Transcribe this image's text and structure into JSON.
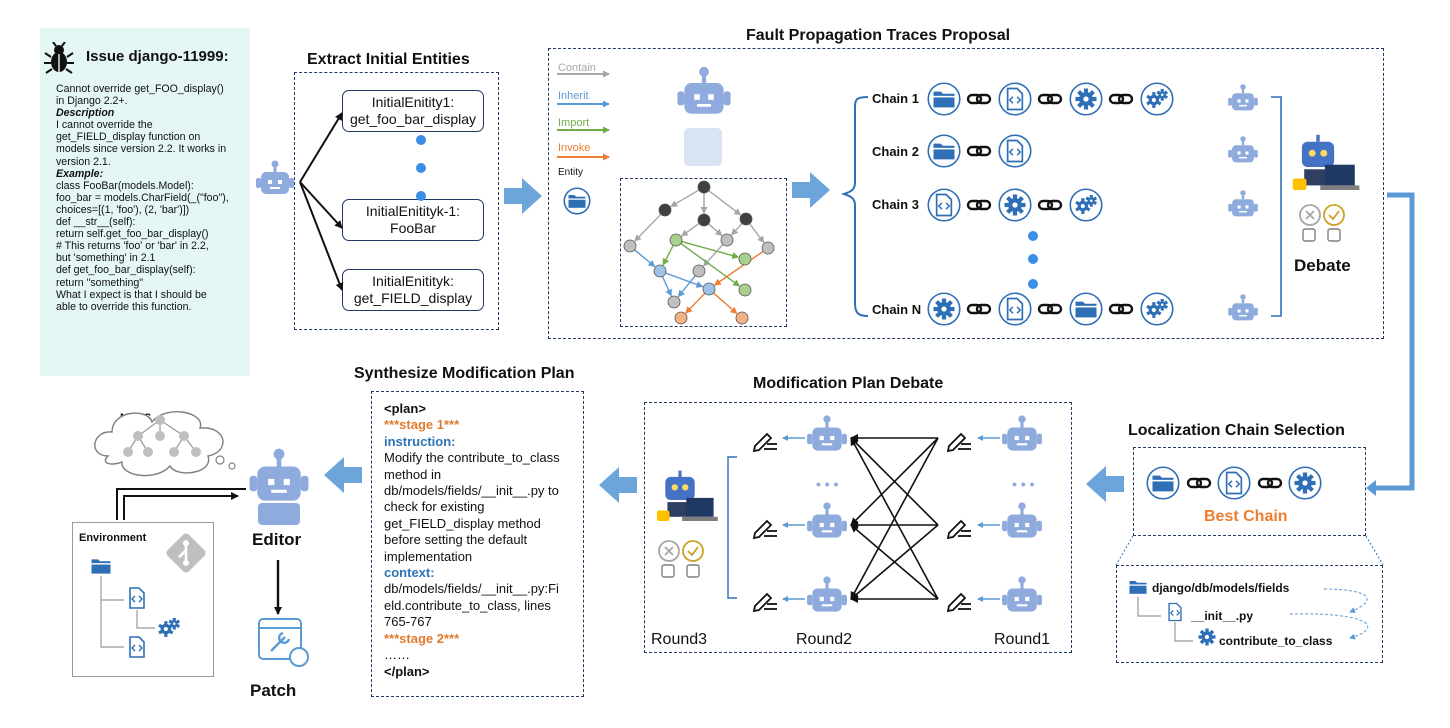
{
  "issue": {
    "title": "Issue django-11999:",
    "lines": [
      {
        "text": "Cannot override get_FOO_display()",
        "style": ""
      },
      {
        "text": "in Django 2.2+.",
        "style": ""
      },
      {
        "text": "Description",
        "style": "ital"
      },
      {
        "text": "I cannot override the",
        "style": ""
      },
      {
        "text": "get_FIELD_display function on",
        "style": ""
      },
      {
        "text": "models since version 2.2. It works in",
        "style": ""
      },
      {
        "text": "version 2.1.",
        "style": ""
      },
      {
        "text": "Example:",
        "style": "ital"
      },
      {
        "text": "class FooBar(models.Model):",
        "style": ""
      },
      {
        "text": "foo_bar = models.CharField(_(\"foo\"),",
        "style": ""
      },
      {
        "text": "choices=[(1, 'foo'), (2, 'bar')])",
        "style": ""
      },
      {
        "text": "def __str__(self):",
        "style": ""
      },
      {
        "text": "return self.get_foo_bar_display()",
        "style": ""
      },
      {
        "text": "# This returns 'foo' or 'bar' in 2.2,",
        "style": ""
      },
      {
        "text": "but 'something' in 2.1",
        "style": ""
      },
      {
        "text": "def get_foo_bar_display(self):",
        "style": ""
      },
      {
        "text": "return \"something\"",
        "style": ""
      },
      {
        "text": "What I expect is that I should be",
        "style": ""
      },
      {
        "text": "able to override this function.",
        "style": ""
      }
    ]
  },
  "extract": {
    "title": "Extract Initial Entities",
    "entities": [
      {
        "line1": "InitialEnitity1:",
        "line2": "get_foo_bar_display"
      },
      {
        "line1": "InitialEnitityk-1:",
        "line2": "FooBar"
      },
      {
        "line1": "InitialEnitityk:",
        "line2": "get_FIELD_display"
      }
    ]
  },
  "fault": {
    "title": "Fault Propagation Traces Proposal",
    "legend": [
      {
        "label": "Contain",
        "color": "#a6a6a6"
      },
      {
        "label": "Inherit",
        "color": "#5b9bd5"
      },
      {
        "label": "Import",
        "color": "#70ad47"
      },
      {
        "label": "Invoke",
        "color": "#ed7d31"
      }
    ],
    "entity_label": "Entity",
    "plus_sign": "+",
    "chains": [
      {
        "label": "Chain 1",
        "icons": [
          "folder-icon",
          "code-file-icon",
          "gear-icon",
          "gears-icon"
        ]
      },
      {
        "label": "Chain 2",
        "icons": [
          "folder-icon",
          "code-file-icon"
        ]
      },
      {
        "label": "Chain 3",
        "icons": [
          "code-file-icon",
          "gear-icon",
          "gears-icon"
        ]
      },
      {
        "label": "Chain N",
        "icons": [
          "gear-icon",
          "code-file-icon",
          "folder-icon",
          "gears-icon"
        ]
      }
    ],
    "debate_label": "Debate"
  },
  "selection": {
    "title": "Localization Chain Selection",
    "best_chain_label": "Best Chain",
    "path": [
      "django/db/models/fields",
      "__init__.py",
      "contribute_to_class"
    ]
  },
  "debate_plan": {
    "title": "Modification Plan Debate",
    "rounds": [
      "Round3",
      "Round2",
      "Round1"
    ],
    "ellipsis": "• • •"
  },
  "synth": {
    "title": "Synthesize Modification Plan",
    "plan_lines": [
      {
        "text": "<plan>",
        "style": "b"
      },
      {
        "text": "***stage 1***",
        "style": "orange"
      },
      {
        "text": "instruction:",
        "style": "blue"
      },
      {
        "text": "Modify the contribute_to_class",
        "style": ""
      },
      {
        "text": "method in",
        "style": ""
      },
      {
        "text": "db/models/fields/__init__.py to",
        "style": ""
      },
      {
        "text": "check for existing",
        "style": ""
      },
      {
        "text": "get_FIELD_display method",
        "style": ""
      },
      {
        "text": "before setting the default",
        "style": ""
      },
      {
        "text": "implementation",
        "style": ""
      },
      {
        "text": "context:",
        "style": "blue"
      },
      {
        "text": "db/models/fields/__init__.py:Fi",
        "style": ""
      },
      {
        "text": "eld.contribute_to_class, lines",
        "style": ""
      },
      {
        "text": "765-767",
        "style": ""
      },
      {
        "text": "***stage 2***",
        "style": "orange"
      },
      {
        "text": "……",
        "style": ""
      },
      {
        "text": "</plan>",
        "style": "b"
      }
    ]
  },
  "editor": {
    "mcts_label": "MCTS",
    "environment_label": "Environment",
    "editor_label": "Editor",
    "patch_label": "Patch"
  },
  "colors": {
    "accent_blue": "#5b9bd5",
    "robot": "#8faadc",
    "dash_border": "#1f3864",
    "best_chain": "#ed7d31",
    "issue_bg": "#e4f7f5"
  }
}
